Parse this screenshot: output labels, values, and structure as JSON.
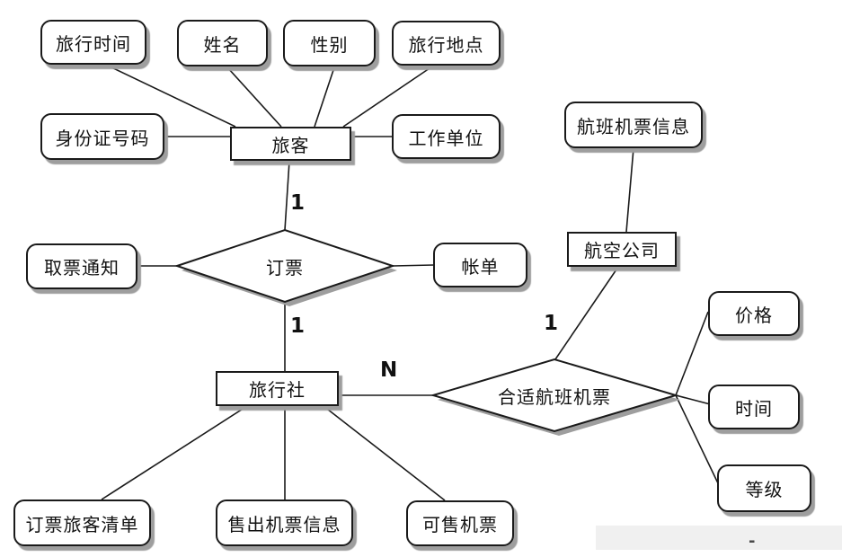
{
  "diagram_type": "entity-relationship-diagram",
  "attributes": [
    {
      "label": "旅行时间"
    },
    {
      "label": "姓名"
    },
    {
      "label": "性别"
    },
    {
      "label": "旅行地点"
    },
    {
      "label": "身份证号码"
    },
    {
      "label": "工作单位"
    },
    {
      "label": "航班机票信息"
    },
    {
      "label": "取票通知"
    },
    {
      "label": "帐单"
    },
    {
      "label": "订票旅客清单"
    },
    {
      "label": "售出机票信息"
    },
    {
      "label": "可售机票"
    },
    {
      "label": "价格"
    },
    {
      "label": "时间"
    },
    {
      "label": "等级"
    }
  ],
  "entities": [
    {
      "label": "旅客"
    },
    {
      "label": "航空公司"
    },
    {
      "label": "旅行社"
    }
  ],
  "relationships": [
    {
      "label": "订票"
    },
    {
      "label": "合适航班机票"
    }
  ],
  "cardinalities": [
    {
      "text": "1"
    },
    {
      "text": "1"
    },
    {
      "text": "N"
    },
    {
      "text": "1"
    }
  ],
  "colors": {
    "line": "#1a1a1a",
    "node_border": "#1a1a1a",
    "shadow": "#9e9e9e",
    "background": "#ffffff"
  },
  "artifacts": {
    "dash": "-"
  }
}
